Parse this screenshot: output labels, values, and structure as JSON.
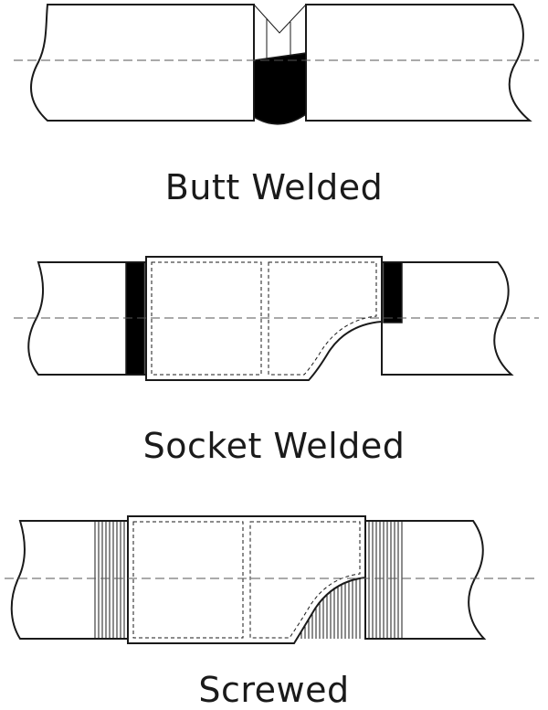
{
  "labels": {
    "butt": "Butt Welded",
    "socket": "Socket Welded",
    "screwed": "Screwed"
  },
  "colors": {
    "stroke": "#1a1a1a",
    "weld": "#000000",
    "background": "#ffffff"
  }
}
